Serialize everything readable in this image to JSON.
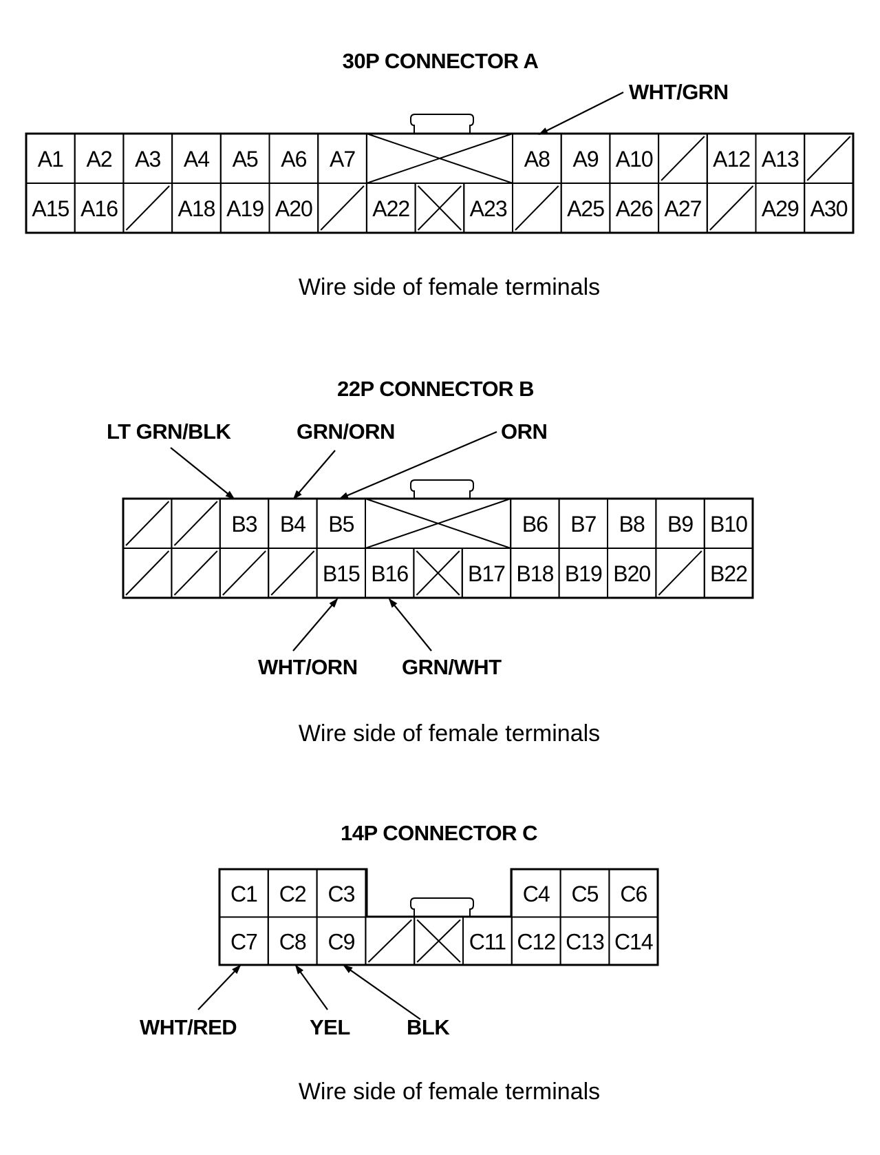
{
  "connectors": [
    {
      "id": "a",
      "title": "30P CONNECTOR A",
      "caption": "Wire side of female terminals",
      "rows": [
        [
          "A1",
          "A2",
          "A3",
          "A4",
          "A5",
          "A6",
          "A7",
          "X",
          "X",
          "X",
          "A8",
          "A9",
          "A10",
          "/",
          "A12",
          "A13",
          "/"
        ],
        [
          "A15",
          "A16",
          "/",
          "A18",
          "A19",
          "A20",
          "/",
          "A22",
          "X",
          "A23",
          "/",
          "A25",
          "A26",
          "A27",
          "/",
          "A29",
          "A30"
        ]
      ],
      "wires": [
        {
          "label": "WHT/GRN",
          "pin": "A8"
        }
      ]
    },
    {
      "id": "b",
      "title": "22P CONNECTOR B",
      "caption": "Wire side of female terminals",
      "rows": [
        [
          "/",
          "/",
          "B3",
          "B4",
          "B5",
          "X",
          "X",
          "X",
          "B6",
          "B7",
          "B8",
          "B9",
          "B10"
        ],
        [
          "/",
          "/",
          "/",
          "/",
          "B15",
          "B16",
          "X",
          "B17",
          "B18",
          "B19",
          "B20",
          "/",
          "B22"
        ]
      ],
      "wires": [
        {
          "label": "LT GRN/BLK",
          "pin": "B3"
        },
        {
          "label": "GRN/ORN",
          "pin": "B4"
        },
        {
          "label": "ORN",
          "pin": "B5"
        },
        {
          "label": "WHT/ORN",
          "pin": "B15"
        },
        {
          "label": "GRN/WHT",
          "pin": "B16"
        }
      ]
    },
    {
      "id": "c",
      "title": "14P CONNECTOR C",
      "caption": "Wire side of female terminals",
      "rows": [
        [
          "C1",
          "C2",
          "C3",
          "",
          "",
          "",
          "C4",
          "C5",
          "C6"
        ],
        [
          "C7",
          "C8",
          "C9",
          "/",
          "X",
          "C11",
          "C12",
          "C13",
          "C14"
        ]
      ],
      "wires": [
        {
          "label": "WHT/RED",
          "pin": "C7"
        },
        {
          "label": "YEL",
          "pin": "C8"
        },
        {
          "label": "BLK",
          "pin": "C9"
        }
      ]
    }
  ]
}
